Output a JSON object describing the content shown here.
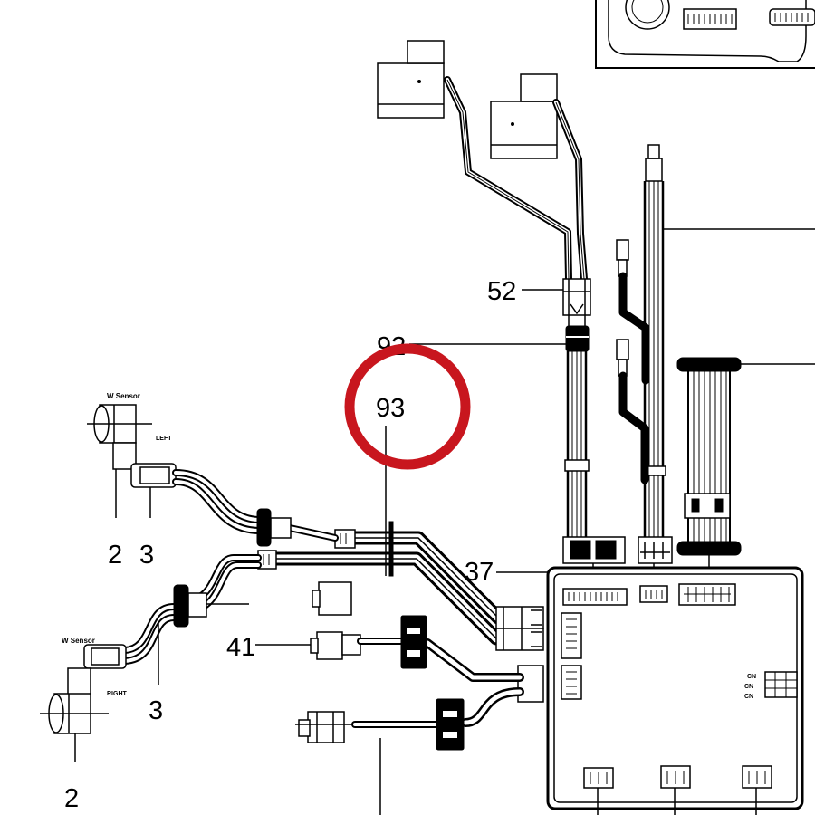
{
  "callouts": {
    "c52": "52",
    "c92": "92",
    "c93": "93",
    "c37": "37",
    "c41": "41",
    "left_sensor_2": "2",
    "left_sensor_3": "3",
    "right_sensor_3": "3",
    "right_sensor_2": "2"
  },
  "sensor_labels": {
    "left_name": "W Sensor",
    "left_side": "LEFT",
    "right_name": "W Sensor",
    "right_side": "RIGHT"
  },
  "board_labels": [
    "CN",
    "CN",
    "CN"
  ],
  "highlighted_callout": "93",
  "colors": {
    "highlight": "#c8161e",
    "line": "#000000",
    "background": "#ffffff"
  }
}
